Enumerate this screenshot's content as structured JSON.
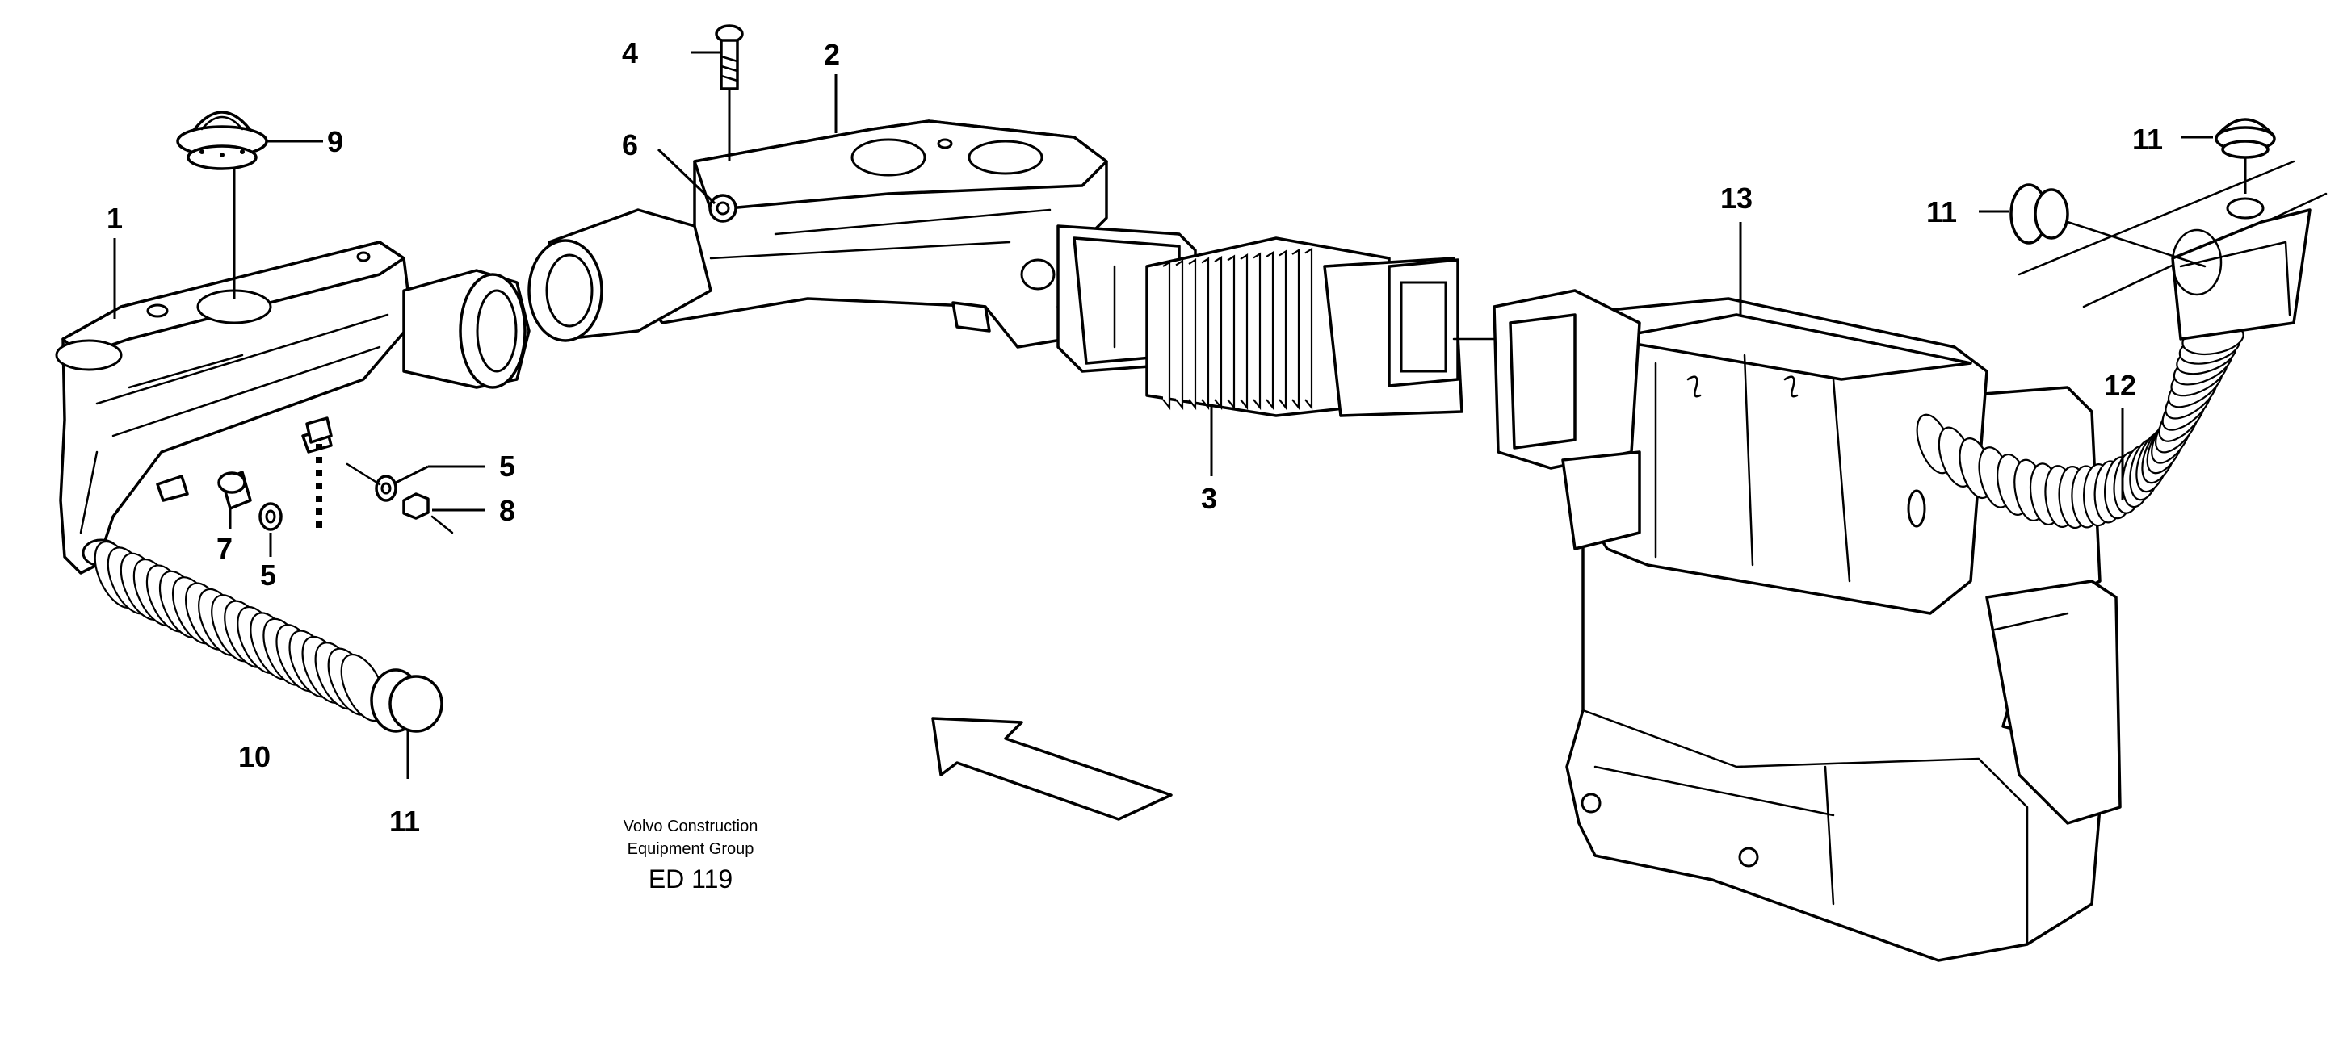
{
  "callouts": {
    "c1": "1",
    "c2": "2",
    "c3": "3",
    "c4": "4",
    "c5a": "5",
    "c5b": "5",
    "c6": "6",
    "c7": "7",
    "c8": "8",
    "c9": "9",
    "c10": "10",
    "c11a": "11",
    "c11b": "11",
    "c11c": "11",
    "c12": "12",
    "c13": "13"
  },
  "footer": {
    "line1": "Volvo Construction",
    "line2": "Equipment Group",
    "code": "ED 119"
  }
}
